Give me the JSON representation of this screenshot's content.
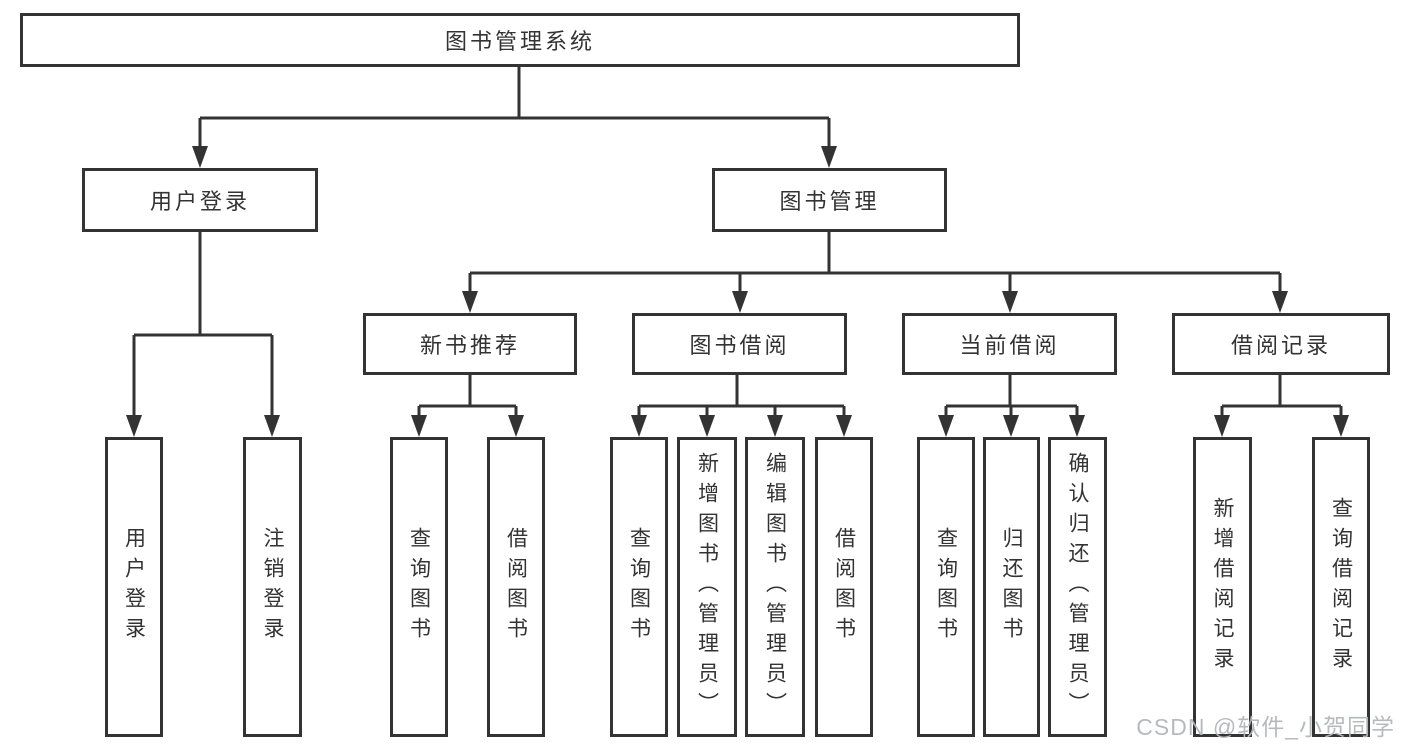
{
  "diagram_title": "图书管理系统",
  "nodes": {
    "root": {
      "label": "图书管理系统"
    },
    "level2": [
      {
        "label": "用户登录"
      },
      {
        "label": "图书管理"
      }
    ],
    "level3": [
      {
        "label": "新书推荐"
      },
      {
        "label": "图书借阅"
      },
      {
        "label": "当前借阅"
      },
      {
        "label": "借阅记录"
      }
    ],
    "leaves": [
      {
        "label": "用户登录"
      },
      {
        "label": "注销登录"
      },
      {
        "label": "查询图书"
      },
      {
        "label": "借阅图书"
      },
      {
        "label": "查询图书"
      },
      {
        "label": "新增图书（管理员）"
      },
      {
        "label": "编辑图书（管理员）"
      },
      {
        "label": "借阅图书"
      },
      {
        "label": "查询图书"
      },
      {
        "label": "归还图书"
      },
      {
        "label": "确认归还（管理员）"
      },
      {
        "label": "新增借阅记录"
      },
      {
        "label": "查询借阅记录"
      }
    ]
  },
  "watermark": {
    "text": "CSDN @软件_小贺同学"
  },
  "colors": {
    "line": "#333333",
    "box_border": "#333333",
    "text": "#333333",
    "box_background": "#ffffff",
    "page_background": "#ffffff",
    "watermark": "#b3b7bc"
  }
}
